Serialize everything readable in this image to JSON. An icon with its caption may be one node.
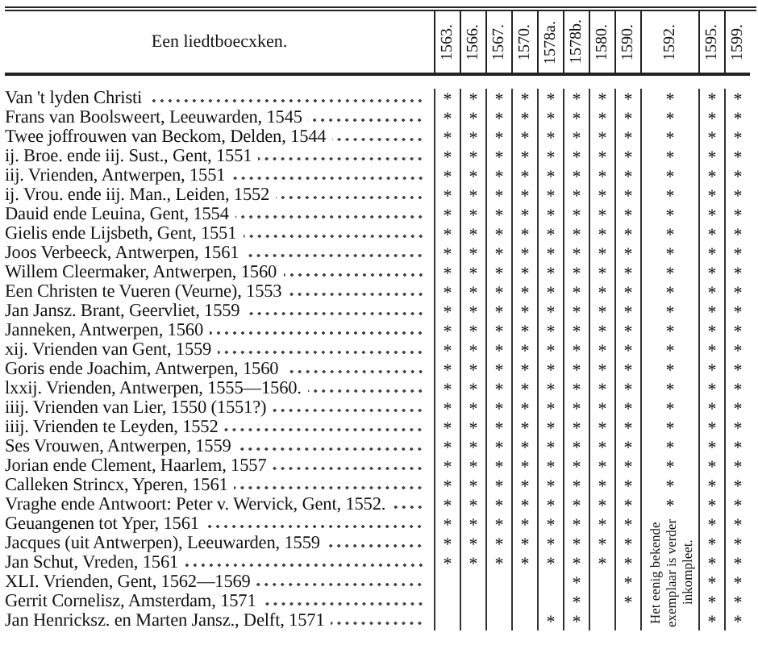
{
  "diagram": {
    "labels": [
      "Een liedtboecxken.",
      "1563.",
      "1566.",
      "1567.",
      "1570.",
      "1578a.",
      "1578b.",
      "1580.",
      "1590.",
      "1592.",
      "1595.",
      "1599.",
      "Van 't lyden Christi",
      "*",
      "*",
      "*",
      "*",
      "*",
      "*",
      "*",
      "*",
      "*",
      "*",
      "*",
      "Frans van Boolsweert, Leeuwarden, 1545",
      "*",
      "*",
      "*",
      "*",
      "*",
      "*",
      "*",
      "*",
      "*",
      "*",
      "*",
      "Twee joffrouwen van Beckom, Delden, 1544",
      "*",
      "*",
      "*",
      "*",
      "*",
      "*",
      "*",
      "*",
      "*",
      "*",
      "*",
      "ij. Broe. ende iij. Sust., Gent, 1551",
      "*",
      "*",
      "*",
      "*",
      "*",
      "*",
      "*",
      "*",
      "*",
      "*",
      "*",
      "iij. Vrienden, Antwerpen, 1551",
      "*",
      "*",
      "*",
      "*",
      "*",
      "*",
      "*",
      "*",
      "*",
      "*",
      "*",
      "ij. Vrou. ende iij. Man., Leiden, 1552",
      "*",
      "*",
      "*",
      "*",
      "*",
      "*",
      "*",
      "*",
      "*",
      "*",
      "*",
      "Dauid ende Leuina, Gent, 1554",
      "*",
      "*",
      "*",
      "*",
      "*",
      "*",
      "*",
      "*",
      "*",
      "*",
      "*",
      "Gielis ende Lijsbeth, Gent, 1551",
      "*",
      "*",
      "*",
      "*",
      "*",
      "*",
      "*",
      "*",
      "*",
      "*",
      "*",
      "Joos Verbeeck, Antwerpen, 1561",
      "*",
      "*",
      "*",
      "*",
      "*",
      "*",
      "*",
      "*",
      "*",
      "*",
      "*",
      "Willem Cleermaker, Antwerpen, 1560",
      "*",
      "*",
      "*",
      "*",
      "*",
      "*",
      "*",
      "*",
      "*",
      "*",
      "*",
      "Een Christen te Vueren (Veurne), 1553",
      "*",
      "*",
      "*",
      "*",
      "*",
      "*",
      "*",
      "*",
      "*",
      "*",
      "*",
      "Jan Jansz. Brant, Geervliet, 1559",
      "*",
      "*",
      "*",
      "*",
      "*",
      "*",
      "*",
      "*",
      "*",
      "*",
      "*",
      "Janneken, Antwerpen, 1560",
      "*",
      "*",
      "*",
      "*",
      "*",
      "*",
      "*",
      "*",
      "*",
      "*",
      "*",
      "xij. Vrienden van Gent, 1559",
      "*",
      "*",
      "*",
      "*",
      "*",
      "*",
      "*",
      "*",
      "*",
      "*",
      "*",
      "Goris ende Joachim, Antwerpen, 1560",
      "*",
      "*",
      "*",
      "*",
      "*",
      "*",
      "*",
      "*",
      "*",
      "*",
      "*",
      "lxxij. Vrienden, Antwerpen, 1555—1560.",
      "*",
      "*",
      "*",
      "*",
      "*",
      "*",
      "*",
      "*",
      "*",
      "*",
      "*",
      "iiij. Vrienden van Lier, 1550 (1551?)",
      "*",
      "*",
      "*",
      "*",
      "*",
      "*",
      "*",
      "*",
      "*",
      "*",
      "*",
      "iiij. Vrienden te Leyden, 1552",
      "*",
      "*",
      "*",
      "*",
      "*",
      "*",
      "*",
      "*",
      "*",
      "*",
      "*",
      "Ses Vrouwen, Antwerpen, 1559",
      "*",
      "*",
      "*",
      "*",
      "*",
      "*",
      "*",
      "*",
      "*",
      "*",
      "*",
      "Jorian ende Clement, Haarlem, 1557",
      "*",
      "*",
      "*",
      "*",
      "*",
      "*",
      "*",
      "*",
      "*",
      "*",
      "*",
      "Calleken Strincx, Yperen, 1561",
      "*",
      "*",
      "*",
      "*",
      "*",
      "*",
      "*",
      "*",
      "*",
      "*",
      "*",
      "Vraghe ende Antwoort: Peter v. Wervick, Gent, 1552.",
      "*",
      "*",
      "*",
      "*",
      "*",
      "*",
      "*",
      "*",
      "*",
      "*",
      "*",
      "Geuangenen tot Yper, 1561",
      "*",
      "*",
      "*",
      "*",
      "*",
      "*",
      "*",
      "*",
      "Het eenig bekende exemplaar is verder inkompleet.",
      "*",
      "*",
      "Jacques (uit Antwerpen), Leeuwarden, 1559",
      "*",
      "*",
      "*",
      "*",
      "*",
      "*",
      "*",
      "*",
      "*",
      "*",
      "Jan Schut, Vreden, 1561",
      "*",
      "*",
      "*",
      "*",
      "*",
      "*",
      "*",
      "*",
      "*",
      "*",
      "XLI. Vrienden, Gent, 1562—1569",
      "*",
      "*",
      "*",
      "*",
      "Gerrit Cornelisz, Amsterdam, 1571",
      "*",
      "*",
      "*",
      "*",
      "Jan Henricksz. en Marten Jansz., Delft, 1571",
      "*",
      "*",
      "*",
      "*"
    ]
  }
}
